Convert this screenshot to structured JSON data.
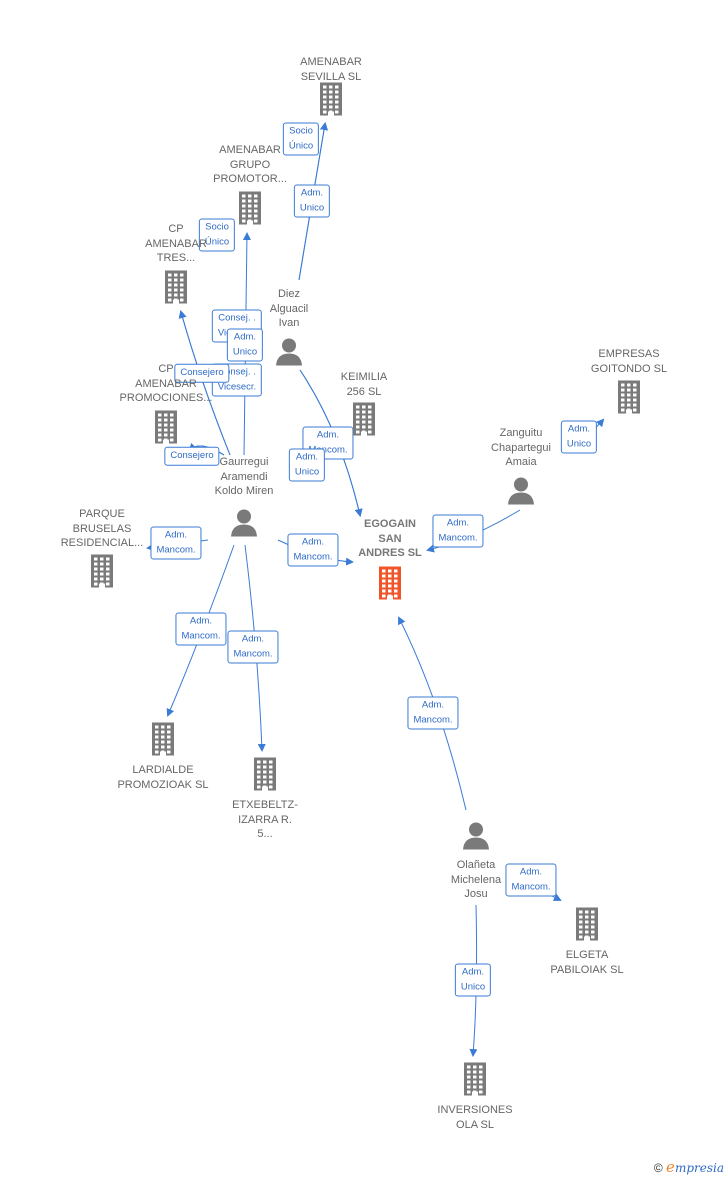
{
  "colors": {
    "edge": "#3a7bd5",
    "building": "#7a7a7a",
    "focus": "#f0552a",
    "person": "#7a7a7a"
  },
  "nodes": [
    {
      "id": "amenabar_sevilla",
      "type": "company",
      "label": "AMENABAR\nSEVILLA  SL"
    },
    {
      "id": "amenabar_grupo",
      "type": "company",
      "label": "AMENABAR\nGRUPO\nPROMOTOR..."
    },
    {
      "id": "cp_tres",
      "type": "company",
      "label": "CP\nAMENABAR\nTRES..."
    },
    {
      "id": "cp_promociones",
      "type": "company",
      "label": "CP\nAMENABAR\nPROMOCIONES..."
    },
    {
      "id": "diez",
      "type": "person",
      "label": "Diez\nAlguacil\nIvan"
    },
    {
      "id": "keimilia",
      "type": "company",
      "label": "KEIMILIA\n256 SL"
    },
    {
      "id": "empresas_goitondo",
      "type": "company",
      "label": "EMPRESAS\nGOITONDO SL"
    },
    {
      "id": "zanguitu",
      "type": "person",
      "label": "Zanguitu\nChapartegui\nAmaia"
    },
    {
      "id": "gaurregui",
      "type": "person",
      "label": "Gaurregui\nAramendi\nKoldo Miren"
    },
    {
      "id": "parque",
      "type": "company",
      "label": "PARQUE\nBRUSELAS\nRESIDENCIAL..."
    },
    {
      "id": "egogain",
      "type": "focus",
      "label": "EGOGAIN\nSAN\nANDRES  SL"
    },
    {
      "id": "lardialde",
      "type": "company",
      "label": "LARDIALDE\nPROMOZIOAK SL"
    },
    {
      "id": "etxebeltz",
      "type": "company",
      "label": "ETXEBELTZ-\nIZARRA R.\n5..."
    },
    {
      "id": "olaneta",
      "type": "person",
      "label": "Olañeta\nMichelena\nJosu"
    },
    {
      "id": "elgeta",
      "type": "company",
      "label": "ELGETA\nPABILOIAK  SL"
    },
    {
      "id": "inversiones",
      "type": "company",
      "label": "INVERSIONES\nOLA SL"
    }
  ],
  "edges": [
    {
      "from": "diez",
      "to": "amenabar_sevilla",
      "label": "Socio\nÚnico"
    },
    {
      "from": "diez",
      "to": "amenabar_sevilla",
      "label": "Adm.\nUnico"
    },
    {
      "from": "gaurregui",
      "to": "amenabar_grupo",
      "label": "Socio\nÚnico"
    },
    {
      "from": "gaurregui",
      "to": "cp_tres",
      "label": "Consej. .\nVicesecr."
    },
    {
      "from": "gaurregui",
      "to": "cp_tres",
      "label": "Adm.\nUnico"
    },
    {
      "from": "gaurregui",
      "to": "cp_promociones",
      "label": "Consej. .\nVicesecr."
    },
    {
      "from": "gaurregui",
      "to": "cp_promociones",
      "label": "Consejero"
    },
    {
      "from": "gaurregui",
      "to": "cp_promociones",
      "label": "Consejero"
    },
    {
      "from": "diez",
      "to": "egogain",
      "label": "Adm.\nMancom."
    },
    {
      "from": "diez",
      "to": "egogain",
      "label": "Adm.\nUnico"
    },
    {
      "from": "zanguitu",
      "to": "empresas_goitondo",
      "label": "Adm.\nUnico"
    },
    {
      "from": "zanguitu",
      "to": "egogain",
      "label": "Adm.\nMancom."
    },
    {
      "from": "gaurregui",
      "to": "parque",
      "label": "Adm.\nMancom."
    },
    {
      "from": "gaurregui",
      "to": "egogain",
      "label": "Adm.\nMancom."
    },
    {
      "from": "gaurregui",
      "to": "lardialde",
      "label": "Adm.\nMancom."
    },
    {
      "from": "gaurregui",
      "to": "etxebeltz",
      "label": "Adm.\nMancom."
    },
    {
      "from": "olaneta",
      "to": "egogain",
      "label": "Adm.\nMancom."
    },
    {
      "from": "olaneta",
      "to": "elgeta",
      "label": "Adm.\nMancom."
    },
    {
      "from": "olaneta",
      "to": "inversiones",
      "label": "Adm.\nUnico"
    }
  ],
  "watermark": {
    "copyright": "©",
    "brand_initial": "e",
    "brand_rest": "mpresia"
  }
}
